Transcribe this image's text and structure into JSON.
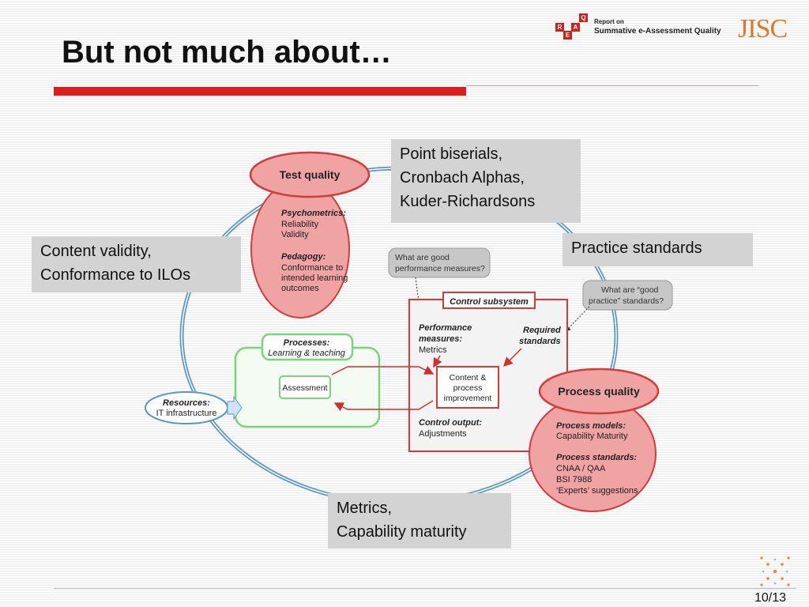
{
  "slide": {
    "title": "But not much about…",
    "page": "10/13"
  },
  "header": {
    "reaq_letters": [
      "R",
      "E",
      "A",
      "Q"
    ],
    "reaq_line1": "Report on",
    "reaq_line2": "Summative e-Assessment Quality",
    "jisc": "JISC"
  },
  "callouts": {
    "point_biserials": "Point biserials,\nCronbach Alphas,\nKuder-Richardsons",
    "practice_standards": "Practice standards",
    "content_validity": "Content validity,\nConformance to ILOs",
    "metrics": "Metrics,\nCapability maturity"
  },
  "diagram": {
    "test_quality": {
      "title": "Test quality",
      "psychometrics_head": "Psychometrics:",
      "psychometrics_1": "Reliability",
      "psychometrics_2": "Validity",
      "pedagogy_head": "Pedagogy:",
      "pedagogy_1": "Conformance to",
      "pedagogy_2": "intended learning",
      "pedagogy_3": "outcomes"
    },
    "question_good_measures": [
      "What are good",
      "performance measures?"
    ],
    "question_good_practice": [
      "What are “good",
      "practice” standards?"
    ],
    "control": {
      "title": "Control subsystem",
      "perf_head_1": "Performance",
      "perf_head_2": "measures:",
      "perf_sub": "Metrics",
      "required_1": "Required",
      "required_2": "standards",
      "improve_1": "Content &",
      "improve_2": "process",
      "improve_3": "improvement",
      "output_head": "Control output:",
      "output_sub": "Adjustments"
    },
    "processes": {
      "title": "Processes:",
      "subtitle": "Learning & teaching",
      "assessment": "Assessment"
    },
    "resources": {
      "title": "Resources:",
      "subtitle": "IT infrastructure"
    },
    "process_quality": {
      "title": "Process quality",
      "models_head": "Process models:",
      "models_1": "Capability Maturity",
      "standards_head": "Process standards:",
      "standards_1": "CNAA / QAA",
      "standards_2": "BSI 7988",
      "standards_3": "‘Experts’ suggestions"
    }
  },
  "colors": {
    "accent_red": "#e01b1b",
    "pink_fill": "#f0a3a3",
    "ring_blue": "#5a98c6",
    "process_green": "#7bd37b"
  }
}
